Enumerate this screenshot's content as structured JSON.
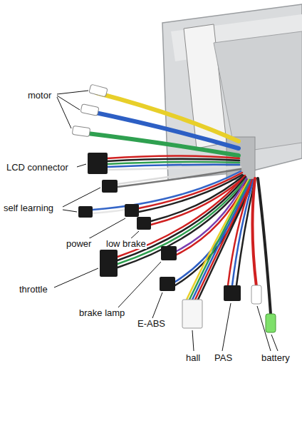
{
  "diagram": {
    "labels": [
      "motor",
      "LCD connector",
      "self learning",
      "power",
      "low brake",
      "throttle",
      "brake lamp",
      "E-ABS",
      "hall",
      "PAS",
      "battery"
    ]
  }
}
